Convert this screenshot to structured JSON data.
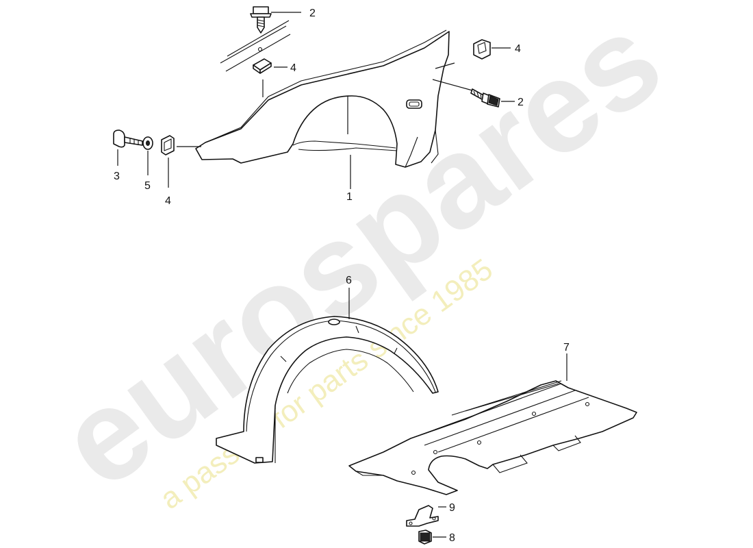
{
  "watermark": {
    "brand": "eurospares",
    "tagline": "a passion for parts since 1985"
  },
  "callouts": [
    {
      "id": "c1",
      "text": "1"
    },
    {
      "id": "c2a",
      "text": "2"
    },
    {
      "id": "c2b",
      "text": "2"
    },
    {
      "id": "c3",
      "text": "3"
    },
    {
      "id": "c4a",
      "text": "4"
    },
    {
      "id": "c4b",
      "text": "4"
    },
    {
      "id": "c4c",
      "text": "4"
    },
    {
      "id": "c5",
      "text": "5"
    },
    {
      "id": "c6",
      "text": "6"
    },
    {
      "id": "c7",
      "text": "7"
    },
    {
      "id": "c8",
      "text": "8"
    },
    {
      "id": "c9",
      "text": "9"
    }
  ]
}
